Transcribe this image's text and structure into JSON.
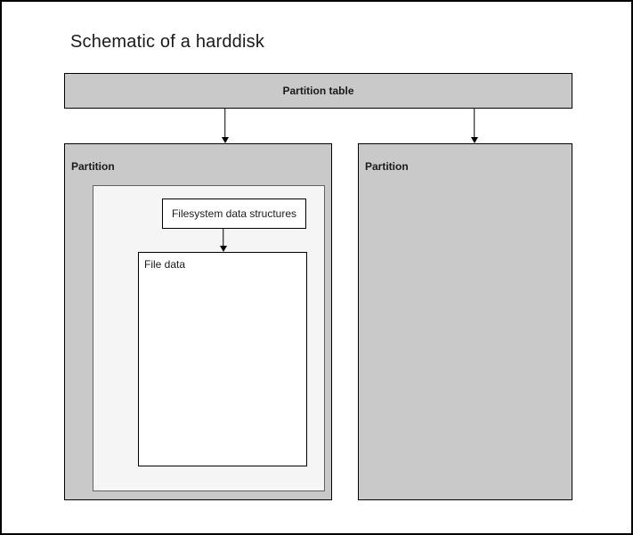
{
  "diagram": {
    "title": "Schematic of a harddisk",
    "partition_table": {
      "label": "Partition table"
    },
    "partitions": [
      {
        "label": "Partition",
        "contents": {
          "filesystem_box_label": "Filesystem data structures",
          "file_data_box_label": "File data"
        }
      },
      {
        "label": "Partition"
      }
    ],
    "colors": {
      "partition_fill": "#c9c9c9",
      "filesystem_area_fill": "#f5f5f5",
      "box_fill": "#ffffff",
      "border": "#000000",
      "filesystem_area_border": "#616161",
      "text": "#1a1a1a"
    }
  }
}
